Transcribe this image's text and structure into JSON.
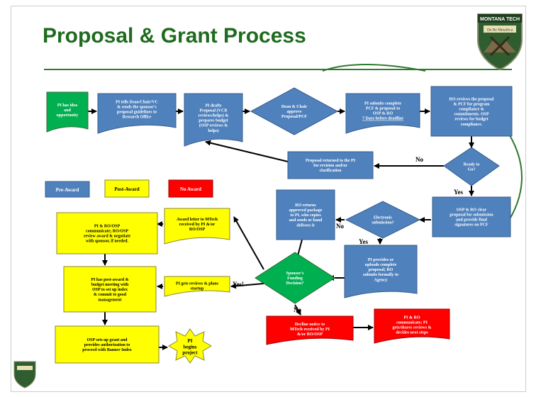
{
  "slide": {
    "title": "Proposal & Grant Process",
    "logo_text": "MONTANA TECH",
    "logo_motto": "De Re Metallica"
  },
  "colors": {
    "title": "#1f6b1f",
    "pre_award": "#4f81bd",
    "post_award": "#ffff00",
    "no_award": "#ff0000",
    "start": "#00b050",
    "decision_green": "#00b050",
    "arrow": "#000000"
  },
  "legend": {
    "pre_award": "Pre-Award",
    "post_award": "Post-Award",
    "no_award": "No Award"
  },
  "nodes": {
    "idea": [
      "PI has idea",
      "and",
      "opportunity"
    ],
    "tells": [
      "PI tells Dean/Chair/VC",
      "& sends the sponsor's",
      "proposal guidelines to",
      "Research Office"
    ],
    "drafts": [
      "PI drafts",
      "Proposal (VCR",
      "reviews/helps) &",
      "prepares budget",
      "(OSP reviews &",
      "helps)"
    ],
    "dean": [
      "Dean & Chair",
      "approve",
      "Proposal/PCF"
    ],
    "submits": [
      "PI submits complete",
      "PCF & proposal to",
      "OSP & RO",
      "7 Days before deadline"
    ],
    "ro_review": [
      "RO reviews the proposal",
      "& PCF for program",
      "compliance &",
      "commitments. OSP",
      "reviews for budget",
      "compliance."
    ],
    "returned": [
      "Proposal returned to the PI",
      "for revision and/or",
      "clarification"
    ],
    "ready": [
      "Ready to",
      "Go?"
    ],
    "clear": [
      "OSP & RO clear",
      "proposal for submission",
      "and provide final",
      "signatures on PCF"
    ],
    "electronic": [
      "Electronic",
      "submission?"
    ],
    "ro_returns": [
      "RO returns",
      "approved package",
      "to PI, who copies",
      "and sends or hand",
      "delivers it"
    ],
    "uploads": [
      "PI provides or",
      "uploads complete",
      "proposal; RO",
      "submits formally to",
      "Agency"
    ],
    "funding": [
      "Sponsor's",
      "Funding",
      "Decision?"
    ],
    "decline": [
      "Decline notice to",
      "MTech received by PI",
      "&/or RO/OSP"
    ],
    "communicate_no": [
      "PI & RO",
      "communicate; PI",
      "gets/shares reviews &",
      "decides next steps"
    ],
    "award_letter": [
      "Award letter to MTech",
      "received by PI &/or",
      "RO/OSP"
    ],
    "communicate_yes": [
      "PI & RO/OSP",
      "communicate; RO/OSP",
      "review award & negotiate",
      "with sponsor, if needed."
    ],
    "reviews_plans": [
      "PI gets reviews & plans",
      "startup"
    ],
    "post_meeting": [
      "PI has post-award &",
      "budget meeting with",
      "OSP to set up index",
      "& commit to good",
      "management"
    ],
    "setup": [
      "OSP sets up grant and",
      "provides authorization to",
      "proceed with Banner Index"
    ],
    "begins": [
      "PI",
      "begins",
      "project"
    ]
  },
  "edge_labels": {
    "ready_no": "No",
    "ready_yes": "Yes",
    "electronic_no": "No",
    "electronic_yes": "Yes",
    "funding_yes": "Yes!",
    "funding_no": "No"
  }
}
